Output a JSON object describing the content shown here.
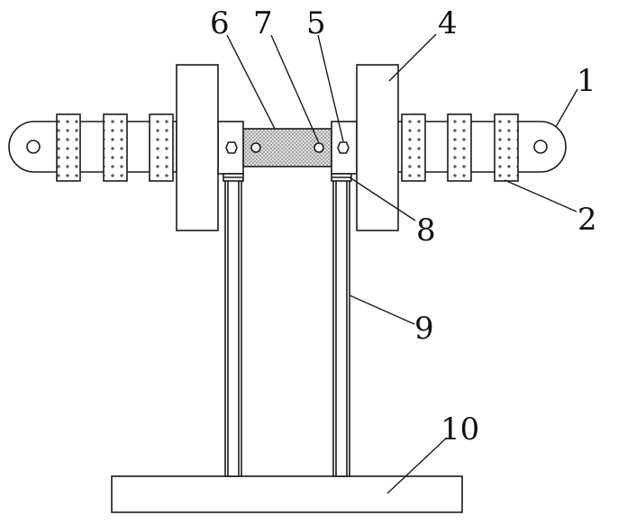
{
  "labels": {
    "l1": "1",
    "l2": "2",
    "l4": "4",
    "l5": "5",
    "l6": "6",
    "l7": "7",
    "l8": "8",
    "l9": "9",
    "l10": "10"
  },
  "colors": {
    "line": "#1a1a1a",
    "background": "#ffffff",
    "grip_pattern": "#222222",
    "connector_fill": "#d9d9d9"
  }
}
